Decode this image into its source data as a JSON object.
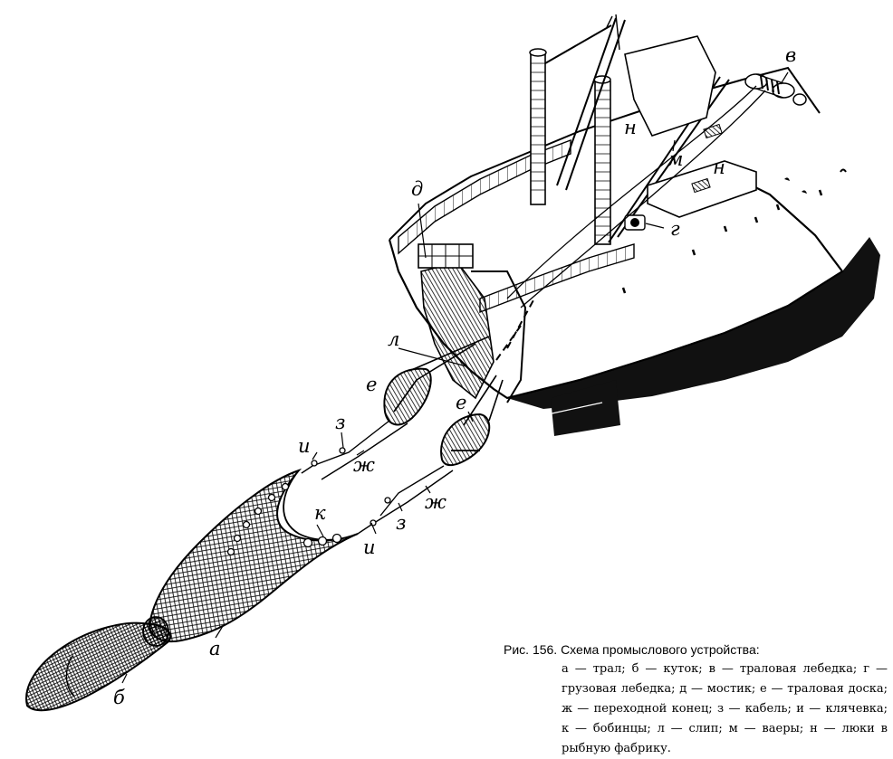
{
  "figure": {
    "labels": {
      "a": "а",
      "b": "б",
      "v": "в",
      "g": "г",
      "d": "д",
      "e1": "е",
      "e2": "е",
      "zh1": "ж",
      "zh2": "ж",
      "z1": "з",
      "z2": "з",
      "i1": "и",
      "i2": "и",
      "k": "к",
      "l": "л",
      "m": "м",
      "n1": "н",
      "n2": "н"
    },
    "caption": {
      "title": "Рис. 156. Схема промыслового устройства:",
      "text": "а — трал; б — куток; в — траловая лебедка; г — грузовая лебедка; д — мостик; е — траловая доска; ж — переходной конец; з — кабель; и — клячевка; к — бобинцы; л — слип; м — ваеры; н — люки в рыбную фабрику."
    }
  }
}
